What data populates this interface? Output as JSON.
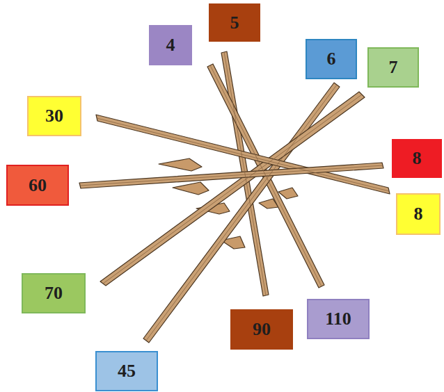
{
  "diagram": {
    "nodes": [
      {
        "text": [
          "5"
        ]
      },
      {
        "text": [
          "4"
        ]
      },
      {
        "text": [
          "6"
        ]
      },
      {
        "text": [
          "7"
        ]
      },
      {
        "text": [
          "30"
        ]
      },
      {
        "text": [
          "8"
        ]
      },
      {
        "text": [
          "60"
        ]
      },
      {
        "text": [
          "8"
        ]
      },
      {
        "text": [
          "70"
        ]
      },
      {
        "text": [
          "110"
        ]
      },
      {
        "text": [
          "90"
        ]
      },
      {
        "text": [
          "45"
        ]
      }
    ]
  }
}
